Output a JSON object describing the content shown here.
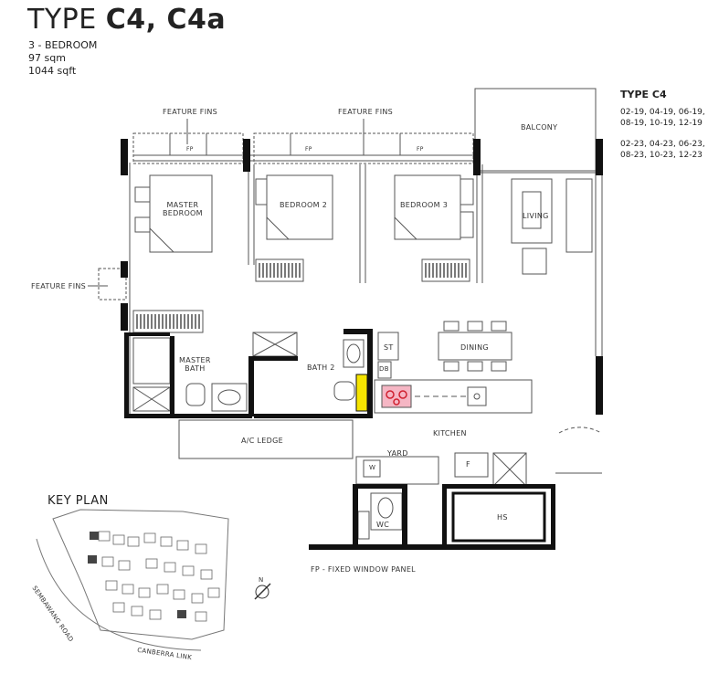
{
  "header": {
    "title_prefix": "TYPE",
    "title_code": "C4, C4a",
    "bedrooms": "3 - BEDROOM",
    "area_sqm": "97 sqm",
    "area_sqft": "1044 sqft"
  },
  "unit_list": {
    "heading": "TYPE C4",
    "group1": "02-19, 04-19, 06-19,\n08-19, 10-19, 12-19",
    "group2": "02-23, 04-23, 06-23,\n08-23, 10-23, 12-23"
  },
  "rooms": {
    "master_bedroom": "MASTER\nBEDROOM",
    "bedroom2": "BEDROOM 2",
    "bedroom3": "BEDROOM 3",
    "living": "LIVING",
    "balcony": "BALCONY",
    "dining": "DINING",
    "master_bath": "MASTER\nBATH",
    "bath2": "BATH 2",
    "kitchen": "KITCHEN",
    "yard": "YARD",
    "wc": "WC",
    "hs": "HS",
    "ac_ledge": "A/C LEDGE",
    "st": "ST",
    "db": "DB",
    "fridge": "F",
    "washer": "W"
  },
  "labels": {
    "feature_fins_1": "FEATURE FINS",
    "feature_fins_2": "FEATURE FINS",
    "feature_fins_3": "FEATURE FINS",
    "fp": "FP",
    "fp_note": "FP - FIXED WINDOW PANEL"
  },
  "key_plan": {
    "title": "KEY PLAN",
    "north": "N",
    "road1": "SEMBAWANG ROAD",
    "road2": "CANBERRA LINK"
  },
  "colors": {
    "wall": "#111111",
    "line": "#555555",
    "highlight_yellow": "#f5e400",
    "hob_fill": "#f5b6c4",
    "hob_ring": "#d0202f",
    "key_block": "#444444"
  }
}
